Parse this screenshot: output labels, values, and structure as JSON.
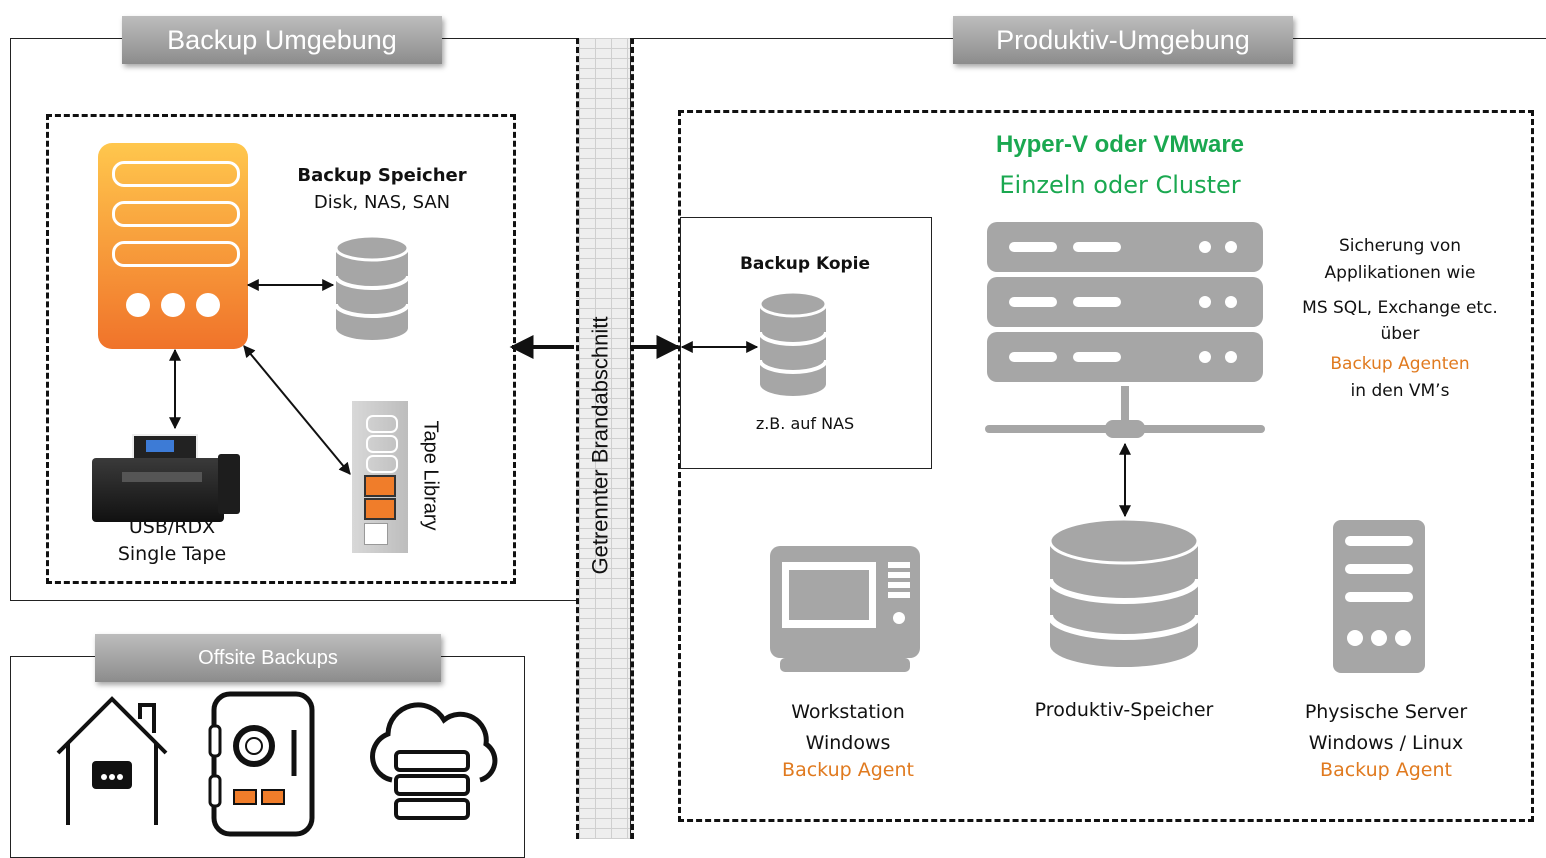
{
  "sections": {
    "backup": "Backup Umgebung",
    "produktiv": "Produktiv-Umgebung",
    "offsite": "Offsite Backups"
  },
  "firewall_label": "Getrennter Brandabschnitt",
  "backup_env": {
    "speicher_title": "Backup Speicher",
    "speicher_sub": "Disk, NAS, SAN",
    "tape_library": "Tape Library",
    "usb_line1": "USB/RDX",
    "usb_line2": "Single Tape"
  },
  "kopie": {
    "title": "Backup Kopie",
    "sub": "z.B. auf NAS"
  },
  "hypervisor": {
    "title": "Hyper-V oder VMware",
    "sub": "Einzeln oder Cluster"
  },
  "sicherung": {
    "line1": "Sicherung von",
    "line2": "Applikationen wie",
    "line3": "MS SQL, Exchange etc.",
    "line4": "über",
    "line5": "Backup Agenten",
    "line6": "in den VM’s"
  },
  "workstation": {
    "line1": "Workstation",
    "line2": "Windows",
    "line3": "Backup Agent"
  },
  "produktiv_speicher": "Produktiv-Speicher",
  "physische": {
    "line1": "Physische Server",
    "line2": "Windows / Linux",
    "line3": "Backup Agent"
  },
  "colors": {
    "accent_green": "#1aa850",
    "accent_orange": "#e07a1f",
    "gray_icon": "#a6a6a6"
  }
}
